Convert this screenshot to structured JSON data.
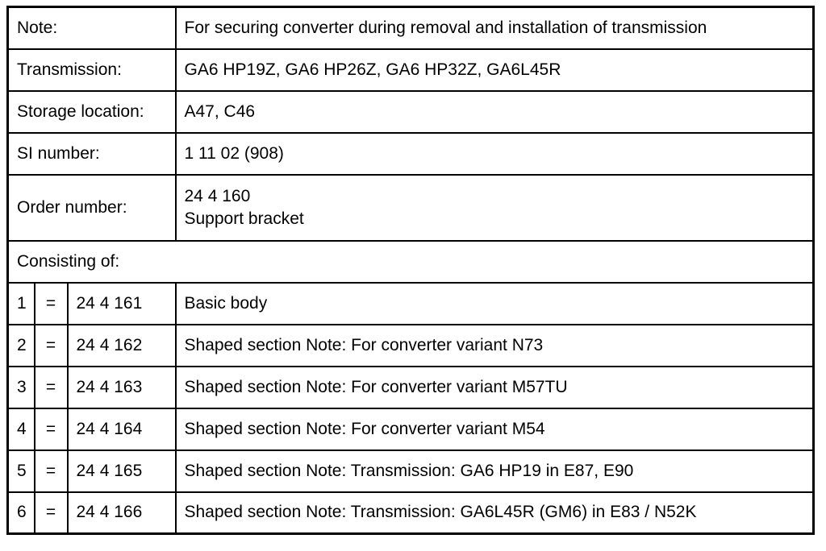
{
  "info_rows": [
    {
      "label": "Note:",
      "value": "For securing converter during removal and installation of transmission"
    },
    {
      "label": "Transmission:",
      "value": "GA6 HP19Z, GA6 HP26Z, GA6 HP32Z, GA6L45R"
    },
    {
      "label": "Storage location:",
      "value": "A47, C46"
    },
    {
      "label": "SI number:",
      "value": "1 11 02 (908)"
    },
    {
      "label": "Order number:",
      "value_lines": [
        "24 4 160",
        "Support bracket"
      ]
    }
  ],
  "section_header": "Consisting of:",
  "items": [
    {
      "index": "1",
      "eq": "=",
      "part_number": "24 4 161",
      "description": "Basic body"
    },
    {
      "index": "2",
      "eq": "=",
      "part_number": "24 4 162",
      "description": "Shaped section Note: For converter variant N73"
    },
    {
      "index": "3",
      "eq": "=",
      "part_number": "24 4 163",
      "description": "Shaped section Note: For converter variant M57TU"
    },
    {
      "index": "4",
      "eq": "=",
      "part_number": "24 4 164",
      "description": "Shaped section Note: For converter variant M54"
    },
    {
      "index": "5",
      "eq": "=",
      "part_number": "24 4 165",
      "description": "Shaped section Note: Transmission: GA6 HP19 in E87, E90"
    },
    {
      "index": "6",
      "eq": "=",
      "part_number": "24 4 166",
      "description": "Shaped section Note: Transmission: GA6L45R (GM6) in E83 / N52K"
    }
  ],
  "colors": {
    "border": "#000000",
    "text": "#000000",
    "background": "#ffffff"
  }
}
